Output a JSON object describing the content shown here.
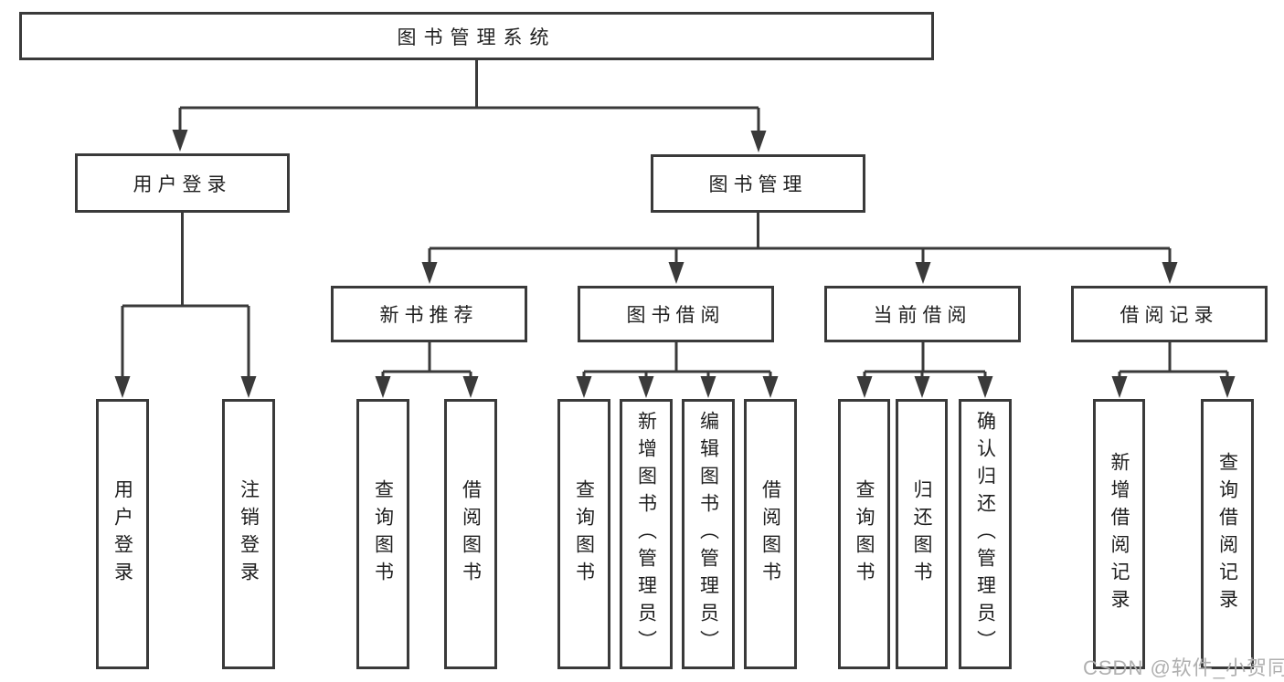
{
  "diagram": {
    "root": {
      "label": "图书管理系统"
    },
    "branches": [
      {
        "label": "用户登录",
        "children": [
          "用户登录",
          "注销登录"
        ]
      },
      {
        "label": "图书管理",
        "sections": [
          {
            "label": "新书推荐",
            "children": [
              "查询图书",
              "借阅图书"
            ]
          },
          {
            "label": "图书借阅",
            "children": [
              "查询图书",
              "新增图书（管理员）",
              "编辑图书（管理员）",
              "借阅图书"
            ]
          },
          {
            "label": "当前借阅",
            "children": [
              "查询图书",
              "归还图书",
              "确认归还（管理员）"
            ]
          },
          {
            "label": "借阅记录",
            "children": [
              "新增借阅记录",
              "查询借阅记录"
            ]
          }
        ]
      }
    ]
  },
  "watermark": {
    "text": "CSDN @软件_小贺同学"
  },
  "colors": {
    "line": "#3a3a3a",
    "box_border": "#3a3a3a",
    "text": "#1f1f1f",
    "watermark": "#b0b0b0",
    "background": "#ffffff"
  }
}
